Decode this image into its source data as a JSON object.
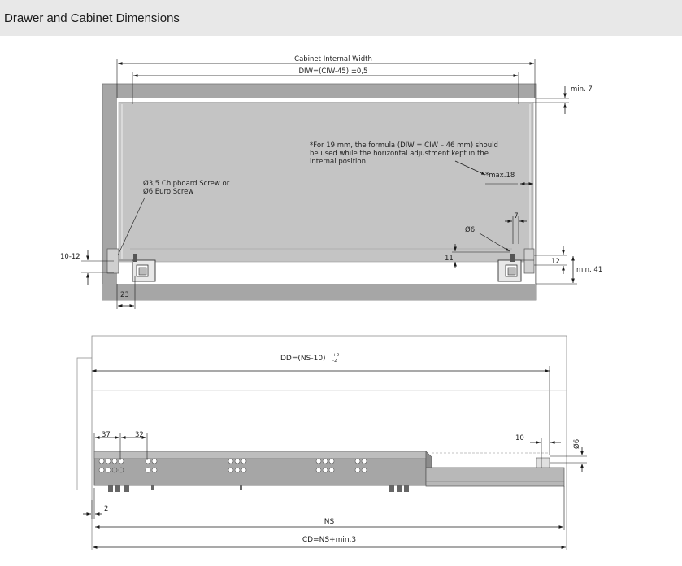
{
  "header": {
    "title": "Drawer and Cabinet Dimensions"
  },
  "colors": {
    "cabinet": "#a6a6a6",
    "drawer": "#c4c4c4",
    "line": "#1a1a1a",
    "header_bg": "#e8e8e8"
  },
  "top_diagram": {
    "cabinet_internal_width": "Cabinet Internal Width",
    "diw_formula": "DIW=(CIW-45) ±0,5",
    "min7": "min. 7",
    "note_line1": "*For 19 mm, the formula (DIW = CIW – 46 mm) should",
    "note_line2": "be used while the horizontal adjustment kept in the",
    "note_line3": "internal position.",
    "max18": "*max.18",
    "screw_line1": "Ø3,5 Chipboard Screw or",
    "screw_line2": "Ø6 Euro Screw",
    "dim_7": "7",
    "dia6": "Ø6",
    "dim_10_12": "10-12",
    "dim_11": "11",
    "dim_12": "12",
    "min41": "min. 41",
    "dim_23": "23"
  },
  "bottom_diagram": {
    "dd_formula": "DD=(NS-10)",
    "dd_tol_top": "+0",
    "dd_tol_bottom": "-2",
    "dim_37": "37",
    "dim_32": "32",
    "dim_10": "10",
    "dia6": "Ø6",
    "dim_2": "2",
    "ns": "NS",
    "cd_formula": "CD=NS+min.3"
  }
}
